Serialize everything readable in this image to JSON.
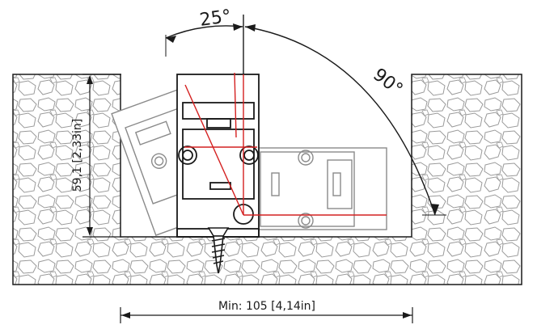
{
  "labels": {
    "angle_small": "25°",
    "angle_large": "90°",
    "height_dim": "59,1 [2,33in]",
    "width_dim": "Min:  105 [4,14in]"
  },
  "colors": {
    "line": "#1a1a1a",
    "ghost": "#8a8a8a",
    "red": "#d42020",
    "stone": "#9a9a9a"
  }
}
